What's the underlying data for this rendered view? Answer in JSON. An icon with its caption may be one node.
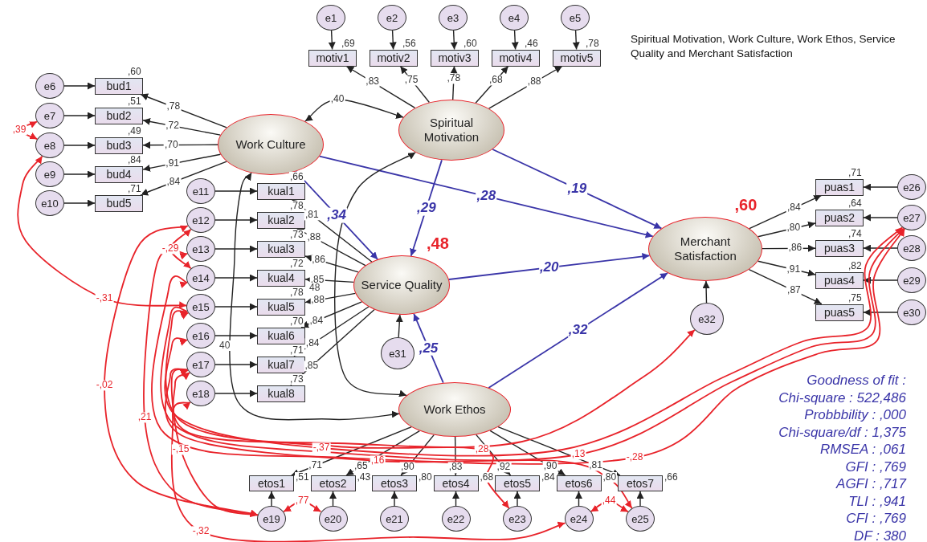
{
  "diagram": {
    "title": "Spiritual Motivation, Work Culture, Work Ethos, Service Quality and Merchant Satisfaction",
    "nodes": [
      {
        "text": [
          "e1"
        ]
      },
      {
        "text": [
          "e2"
        ]
      },
      {
        "text": [
          "e3"
        ]
      },
      {
        "text": [
          "e4"
        ]
      },
      {
        "text": [
          "e5"
        ]
      },
      {
        "text": [
          "motiv1"
        ],
        "beside": [
          ",69"
        ]
      },
      {
        "text": [
          "motiv2"
        ],
        "beside": [
          ",56"
        ]
      },
      {
        "text": [
          "motiv3"
        ],
        "beside": [
          ",60"
        ]
      },
      {
        "text": [
          "motiv4"
        ],
        "beside": [
          ",46"
        ]
      },
      {
        "text": [
          "motiv5"
        ],
        "beside": [
          ",78"
        ]
      },
      {
        "text": [
          "e6"
        ]
      },
      {
        "text": [
          "e7"
        ]
      },
      {
        "text": [
          "e8"
        ]
      },
      {
        "text": [
          "e9"
        ]
      },
      {
        "text": [
          "e10"
        ]
      },
      {
        "text": [
          "bud1"
        ],
        "beside": [
          ",60"
        ]
      },
      {
        "text": [
          "bud2"
        ],
        "beside": [
          ",51"
        ]
      },
      {
        "text": [
          "bud3"
        ],
        "beside": [
          ",49"
        ]
      },
      {
        "text": [
          "bud4"
        ],
        "beside": [
          ",84"
        ]
      },
      {
        "text": [
          "bud5"
        ],
        "beside": [
          ",71"
        ]
      },
      {
        "text": [
          "Work Culture"
        ]
      },
      {
        "text": [
          "Spiritual Motivation"
        ]
      },
      {
        "text": [
          "e11"
        ]
      },
      {
        "text": [
          "e12"
        ]
      },
      {
        "text": [
          "e13"
        ]
      },
      {
        "text": [
          "e14"
        ]
      },
      {
        "text": [
          "e15"
        ]
      },
      {
        "text": [
          "e16"
        ]
      },
      {
        "text": [
          "e17"
        ]
      },
      {
        "text": [
          "e18"
        ]
      },
      {
        "text": [
          "kual1"
        ],
        "beside": [
          ",66"
        ]
      },
      {
        "text": [
          "kual2"
        ],
        "beside": [
          ",78"
        ]
      },
      {
        "text": [
          "kual3"
        ],
        "beside": [
          ",73"
        ]
      },
      {
        "text": [
          "kual4"
        ],
        "beside": [
          ",72"
        ]
      },
      {
        "text": [
          "kual5"
        ],
        "beside": [
          ",78"
        ]
      },
      {
        "text": [
          "kual6"
        ],
        "beside": [
          ",70"
        ]
      },
      {
        "text": [
          "kual7"
        ],
        "beside": [
          ",71"
        ]
      },
      {
        "text": [
          "kual8"
        ],
        "beside": [
          ",73"
        ]
      },
      {
        "text": [
          "Service Quality"
        ],
        "beside": [
          ",48"
        ]
      },
      {
        "text": [
          "e31"
        ]
      },
      {
        "text": [
          "Merchant Satisfaction"
        ],
        "beside": [
          ",60"
        ]
      },
      {
        "text": [
          "e32"
        ]
      },
      {
        "text": [
          "puas1"
        ],
        "beside": [
          ",71"
        ]
      },
      {
        "text": [
          "puas2"
        ],
        "beside": [
          ",64"
        ]
      },
      {
        "text": [
          "puas3"
        ],
        "beside": [
          ",74"
        ]
      },
      {
        "text": [
          "puas4"
        ],
        "beside": [
          ",82"
        ]
      },
      {
        "text": [
          "puas5"
        ],
        "beside": [
          ",75"
        ]
      },
      {
        "text": [
          "e26"
        ]
      },
      {
        "text": [
          "e27"
        ]
      },
      {
        "text": [
          "e28"
        ]
      },
      {
        "text": [
          "e29"
        ]
      },
      {
        "text": [
          "e30"
        ]
      },
      {
        "text": [
          "Work Ethos"
        ]
      },
      {
        "text": [
          "etos1"
        ],
        "beside": [
          ",51"
        ]
      },
      {
        "text": [
          "etos2"
        ],
        "beside": [
          ",43"
        ]
      },
      {
        "text": [
          "etos3"
        ],
        "beside": [
          ",80"
        ]
      },
      {
        "text": [
          "etos4"
        ],
        "beside": [
          ",68"
        ]
      },
      {
        "text": [
          "etos5"
        ],
        "beside": [
          ",84"
        ]
      },
      {
        "text": [
          "etos6"
        ],
        "beside": [
          ",80"
        ]
      },
      {
        "text": [
          "etos7"
        ],
        "beside": [
          ",66"
        ]
      },
      {
        "text": [
          "e19"
        ]
      },
      {
        "text": [
          "e20"
        ]
      },
      {
        "text": [
          "e21"
        ]
      },
      {
        "text": [
          "e22"
        ]
      },
      {
        "text": [
          "e23"
        ]
      },
      {
        "text": [
          "e24"
        ]
      },
      {
        "text": [
          "e25"
        ]
      }
    ],
    "edges": [
      {
        "from": 0,
        "to": 5,
        "arrow": "to"
      },
      {
        "from": 1,
        "to": 6,
        "arrow": "to"
      },
      {
        "from": 2,
        "to": 7,
        "arrow": "to"
      },
      {
        "from": 3,
        "to": 8,
        "arrow": "to"
      },
      {
        "from": 4,
        "to": 9,
        "arrow": "to"
      },
      {
        "from": 21,
        "to": 5,
        "arrow": "to",
        "label": ",83"
      },
      {
        "from": 21,
        "to": 6,
        "arrow": "to",
        "label": ",75"
      },
      {
        "from": 21,
        "to": 7,
        "arrow": "to",
        "label": ",78"
      },
      {
        "from": 21,
        "to": 8,
        "arrow": "to",
        "label": ",68"
      },
      {
        "from": 21,
        "to": 9,
        "arrow": "to",
        "label": ",88"
      },
      {
        "from": 10,
        "to": 15,
        "arrow": "to"
      },
      {
        "from": 11,
        "to": 16,
        "arrow": "to"
      },
      {
        "from": 12,
        "to": 17,
        "arrow": "to"
      },
      {
        "from": 13,
        "to": 18,
        "arrow": "to"
      },
      {
        "from": 14,
        "to": 19,
        "arrow": "to"
      },
      {
        "from": 20,
        "to": 15,
        "arrow": "to",
        "label": ",78"
      },
      {
        "from": 20,
        "to": 16,
        "arrow": "to",
        "label": ",72"
      },
      {
        "from": 20,
        "to": 17,
        "arrow": "to",
        "label": ",70"
      },
      {
        "from": 20,
        "to": 18,
        "arrow": "to",
        "label": ",91"
      },
      {
        "from": 20,
        "to": 19,
        "arrow": "to",
        "label": ",84"
      },
      {
        "from": 20,
        "to": 21,
        "arrow": "both",
        "label": ",40"
      },
      {
        "from": 22,
        "to": 30,
        "arrow": "to"
      },
      {
        "from": 23,
        "to": 31,
        "arrow": "to"
      },
      {
        "from": 24,
        "to": 32,
        "arrow": "to"
      },
      {
        "from": 25,
        "to": 33,
        "arrow": "to"
      },
      {
        "from": 26,
        "to": 34,
        "arrow": "to"
      },
      {
        "from": 27,
        "to": 35,
        "arrow": "to"
      },
      {
        "from": 28,
        "to": 36,
        "arrow": "to"
      },
      {
        "from": 29,
        "to": 37,
        "arrow": "to"
      },
      {
        "from": 38,
        "to": 30,
        "arrow": "to",
        "label": ",81"
      },
      {
        "from": 38,
        "to": 31,
        "arrow": "to",
        "label": ",88"
      },
      {
        "from": 38,
        "to": 32,
        "arrow": "to",
        "label": ",86"
      },
      {
        "from": 38,
        "to": 33,
        "arrow": "to",
        "label": ",85"
      },
      {
        "from": 38,
        "to": 34,
        "arrow": "to",
        "label": ",88"
      },
      {
        "from": 38,
        "to": 35,
        "arrow": "to",
        "label": ",84"
      },
      {
        "from": 38,
        "to": 36,
        "arrow": "to",
        "label": ",84"
      },
      {
        "from": 38,
        "to": 37,
        "arrow": "to",
        "label": ",85"
      },
      {
        "from": 39,
        "to": 38,
        "arrow": "to"
      },
      {
        "from": 20,
        "to": 38,
        "arrow": "to",
        "label": ",34",
        "color": "#3a35a8"
      },
      {
        "from": 21,
        "to": 38,
        "arrow": "to",
        "label": ",29",
        "color": "#3a35a8"
      },
      {
        "from": 20,
        "to": 40,
        "arrow": "to",
        "label": ",28",
        "color": "#3a35a8"
      },
      {
        "from": 21,
        "to": 40,
        "arrow": "to",
        "label": ",19",
        "color": "#3a35a8"
      },
      {
        "from": 38,
        "to": 40,
        "arrow": "to",
        "label": ",20",
        "color": "#3a35a8"
      },
      {
        "from": 52,
        "to": 38,
        "arrow": "to",
        "label": ",25",
        "color": "#3a35a8"
      },
      {
        "from": 52,
        "to": 40,
        "arrow": "to",
        "label": ",32",
        "color": "#3a35a8"
      },
      {
        "from": 41,
        "to": 40,
        "arrow": "to"
      },
      {
        "from": 40,
        "to": 42,
        "arrow": "to",
        "label": ",84"
      },
      {
        "from": 40,
        "to": 43,
        "arrow": "to",
        "label": ",80"
      },
      {
        "from": 40,
        "to": 44,
        "arrow": "to",
        "label": ",86"
      },
      {
        "from": 40,
        "to": 45,
        "arrow": "to",
        "label": ",91"
      },
      {
        "from": 40,
        "to": 46,
        "arrow": "to",
        "label": ",87"
      },
      {
        "from": 47,
        "to": 42,
        "arrow": "to"
      },
      {
        "from": 48,
        "to": 43,
        "arrow": "to"
      },
      {
        "from": 49,
        "to": 44,
        "arrow": "to"
      },
      {
        "from": 50,
        "to": 45,
        "arrow": "to"
      },
      {
        "from": 51,
        "to": 46,
        "arrow": "to"
      },
      {
        "from": 52,
        "to": 53,
        "arrow": "to",
        "label": ",71"
      },
      {
        "from": 52,
        "to": 54,
        "arrow": "to",
        "label": ",65"
      },
      {
        "from": 52,
        "to": 55,
        "arrow": "to",
        "label": ",90"
      },
      {
        "from": 52,
        "to": 56,
        "arrow": "to",
        "label": ",83"
      },
      {
        "from": 52,
        "to": 57,
        "arrow": "to",
        "label": ",92"
      },
      {
        "from": 52,
        "to": 58,
        "arrow": "to",
        "label": ",90"
      },
      {
        "from": 52,
        "to": 59,
        "arrow": "to",
        "label": ",81"
      },
      {
        "from": 60,
        "to": 53,
        "arrow": "to"
      },
      {
        "from": 61,
        "to": 54,
        "arrow": "to"
      },
      {
        "from": 62,
        "to": 55,
        "arrow": "to"
      },
      {
        "from": 63,
        "to": 56,
        "arrow": "to"
      },
      {
        "from": 64,
        "to": 57,
        "arrow": "to"
      },
      {
        "from": 65,
        "to": 58,
        "arrow": "to"
      },
      {
        "from": 66,
        "to": 59,
        "arrow": "to"
      },
      {
        "from": 52,
        "to": 20,
        "arrow": "both"
      },
      {
        "from": 52,
        "to": 21,
        "arrow": "both"
      },
      {
        "from": 11,
        "to": 12,
        "arrow": "both",
        "label": ",39",
        "color": "#e8232a"
      },
      {
        "from": 12,
        "to": 26,
        "arrow": "both",
        "label": "-,31",
        "color": "#e8232a"
      },
      {
        "from": 23,
        "to": 25,
        "arrow": "both",
        "label": "-,29",
        "color": "#e8232a"
      },
      {
        "from": 23,
        "to": 60,
        "arrow": "both",
        "label": "-,02",
        "color": "#e8232a"
      },
      {
        "from": 24,
        "to": 60,
        "arrow": "both",
        "label": ",21",
        "color": "#e8232a"
      },
      {
        "from": 28,
        "to": 60,
        "arrow": "both",
        "label": "-,15",
        "color": "#e8232a"
      },
      {
        "from": 60,
        "to": 61,
        "arrow": "both",
        "label": ",77",
        "color": "#e8232a"
      },
      {
        "from": 65,
        "to": 66,
        "arrow": "both",
        "label": ",44",
        "color": "#e8232a"
      },
      {
        "from": 27,
        "to": 48,
        "arrow": "both",
        "label": "-,37",
        "color": "#e8232a"
      },
      {
        "from": 26,
        "to": 48,
        "arrow": "both",
        "label": ",13",
        "color": "#e8232a"
      },
      {
        "from": 29,
        "to": 65,
        "arrow": "both",
        "label": "-,32",
        "color": "#e8232a"
      },
      {
        "from": 26,
        "to": 64,
        "arrow": "both",
        "label": ",28",
        "color": "#e8232a"
      },
      {
        "from": 28,
        "to": 66,
        "arrow": "both",
        "label": ",16",
        "color": "#e8232a"
      },
      {
        "from": 25,
        "to": 48,
        "arrow": "both",
        "label": "-,28",
        "color": "#e8232a"
      },
      {
        "from": 28,
        "to": 41,
        "arrow": "both",
        "color": "#e8232a"
      }
    ],
    "labels": [
      "48",
      "40",
      "Goodness of fit :",
      "Chi-square : 522,486",
      "Probbbility : ,000",
      "Chi-square/df : 1,375",
      "RMSEA : ,061",
      "GFI : ,769",
      "AGFI : ,717",
      "TLI : ,941",
      "CFI : ,769",
      "DF : 380"
    ]
  }
}
